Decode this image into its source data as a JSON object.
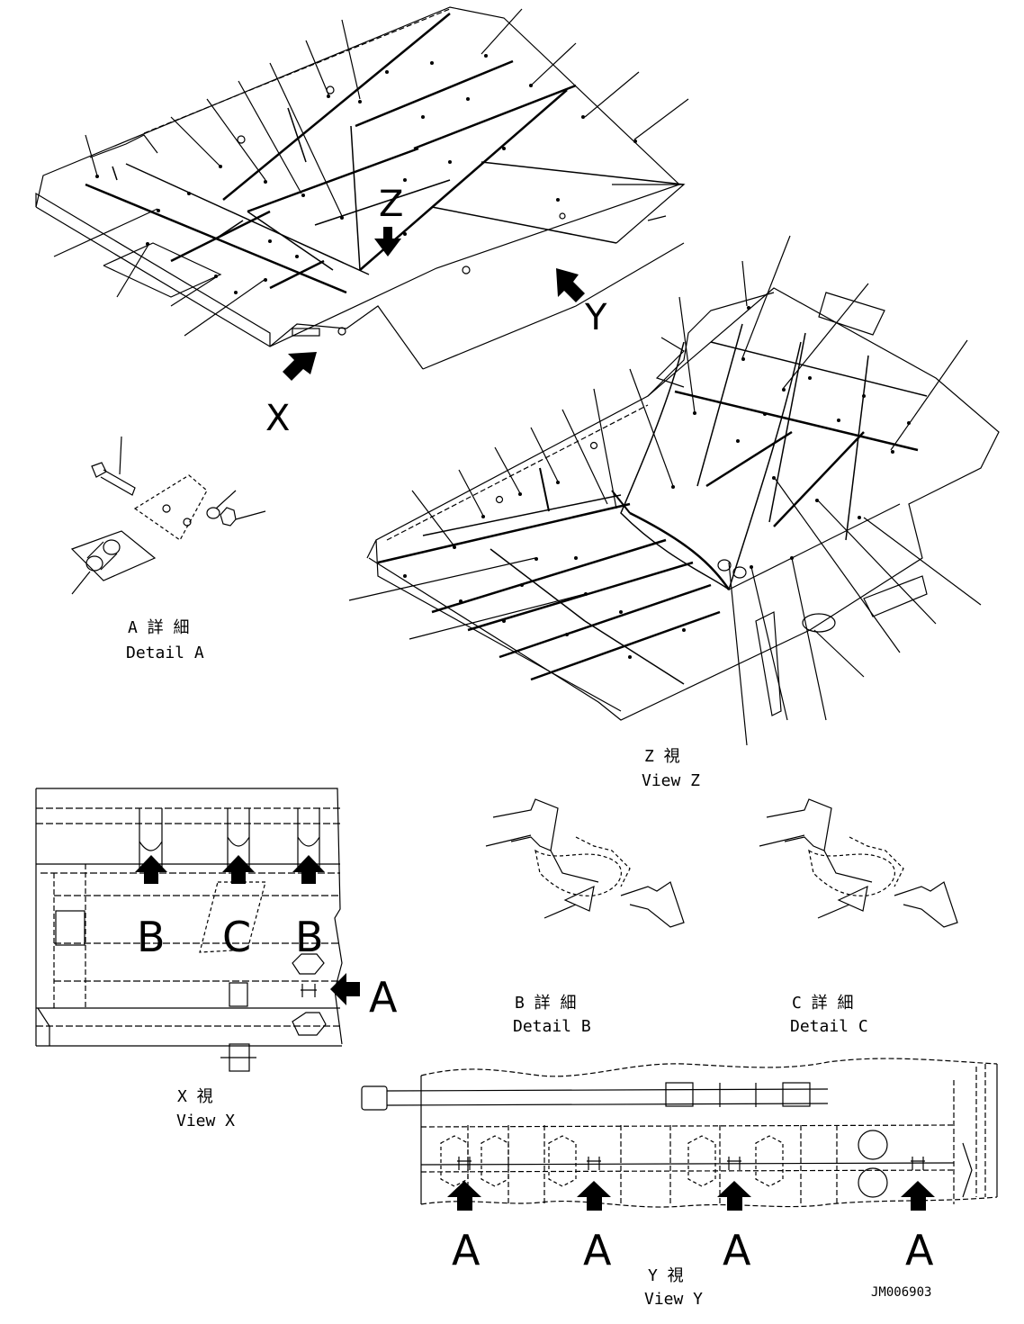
{
  "views": {
    "z_marker": "Z",
    "y_marker": "Y",
    "x_marker": "X",
    "detail_a": {
      "jp": "A 詳 細",
      "en": "Detail A"
    },
    "view_z": {
      "jp": "Z 視",
      "en": "View Z"
    },
    "view_x": {
      "jp": "X 視",
      "en": "View X"
    },
    "detail_b": {
      "jp": "B 詳 細",
      "en": "Detail B"
    },
    "detail_c": {
      "jp": "C 詳 細",
      "en": "Detail C"
    },
    "view_y": {
      "jp": "Y 視",
      "en": "View Y"
    }
  },
  "view_x_callouts": {
    "b1": "B",
    "c": "C",
    "b2": "B",
    "a": "A"
  },
  "view_y_callouts": {
    "a1": "A",
    "a2": "A",
    "a3": "A",
    "a4": "A"
  },
  "drawing_number": "JM006903",
  "colors": {
    "line": "#000000",
    "background": "#ffffff"
  }
}
